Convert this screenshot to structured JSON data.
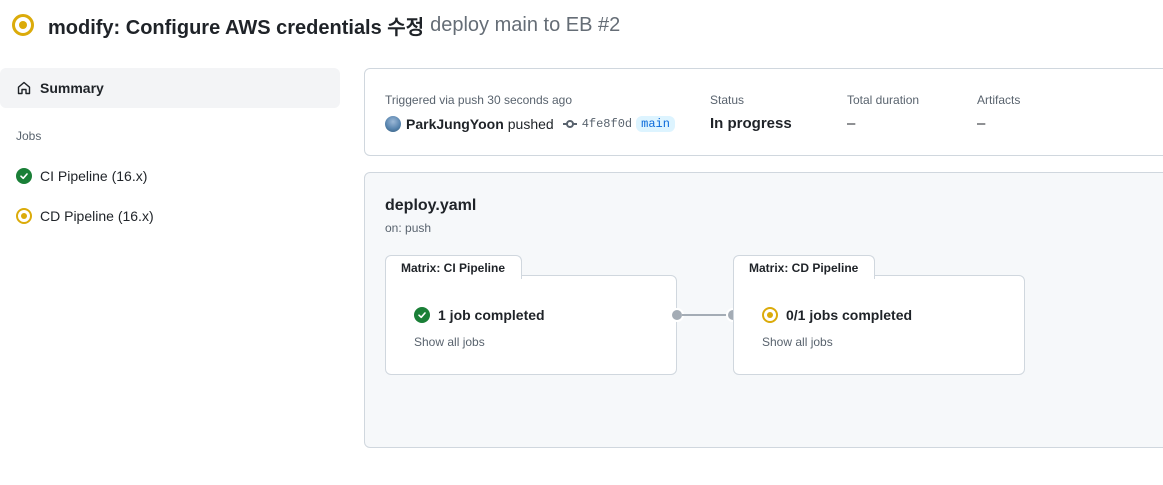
{
  "header": {
    "title": "modify: Configure AWS credentials 수정",
    "subtitle": "deploy main to EB #2",
    "status_icon": "in-progress-icon"
  },
  "sidebar": {
    "summary_label": "Summary",
    "summary_icon": "home-icon",
    "jobs_heading": "Jobs",
    "jobs": [
      {
        "label": "CI Pipeline (16.x)",
        "status": "success"
      },
      {
        "label": "CD Pipeline (16.x)",
        "status": "in_progress"
      }
    ]
  },
  "run_summary": {
    "trigger_label": "Triggered via push 30 seconds ago",
    "actor": "ParkJungYoon",
    "action": "pushed",
    "commit_sha": "4fe8f0d",
    "branch": "main",
    "status_label": "Status",
    "status_value": "In progress",
    "duration_label": "Total duration",
    "duration_value": "–",
    "artifacts_label": "Artifacts",
    "artifacts_value": "–"
  },
  "workflow": {
    "file": "deploy.yaml",
    "trigger": "on: push",
    "matrices": [
      {
        "tab": "Matrix: CI Pipeline",
        "status": "1 job completed",
        "state": "success",
        "link": "Show all jobs"
      },
      {
        "tab": "Matrix: CD Pipeline",
        "status": "0/1 jobs completed",
        "state": "in_progress",
        "link": "Show all jobs"
      }
    ]
  },
  "colors": {
    "success": "#1a7f37",
    "in_progress": "#dbab0a",
    "link": "#0969da",
    "border": "#d0d7de",
    "muted": "#59636e"
  }
}
